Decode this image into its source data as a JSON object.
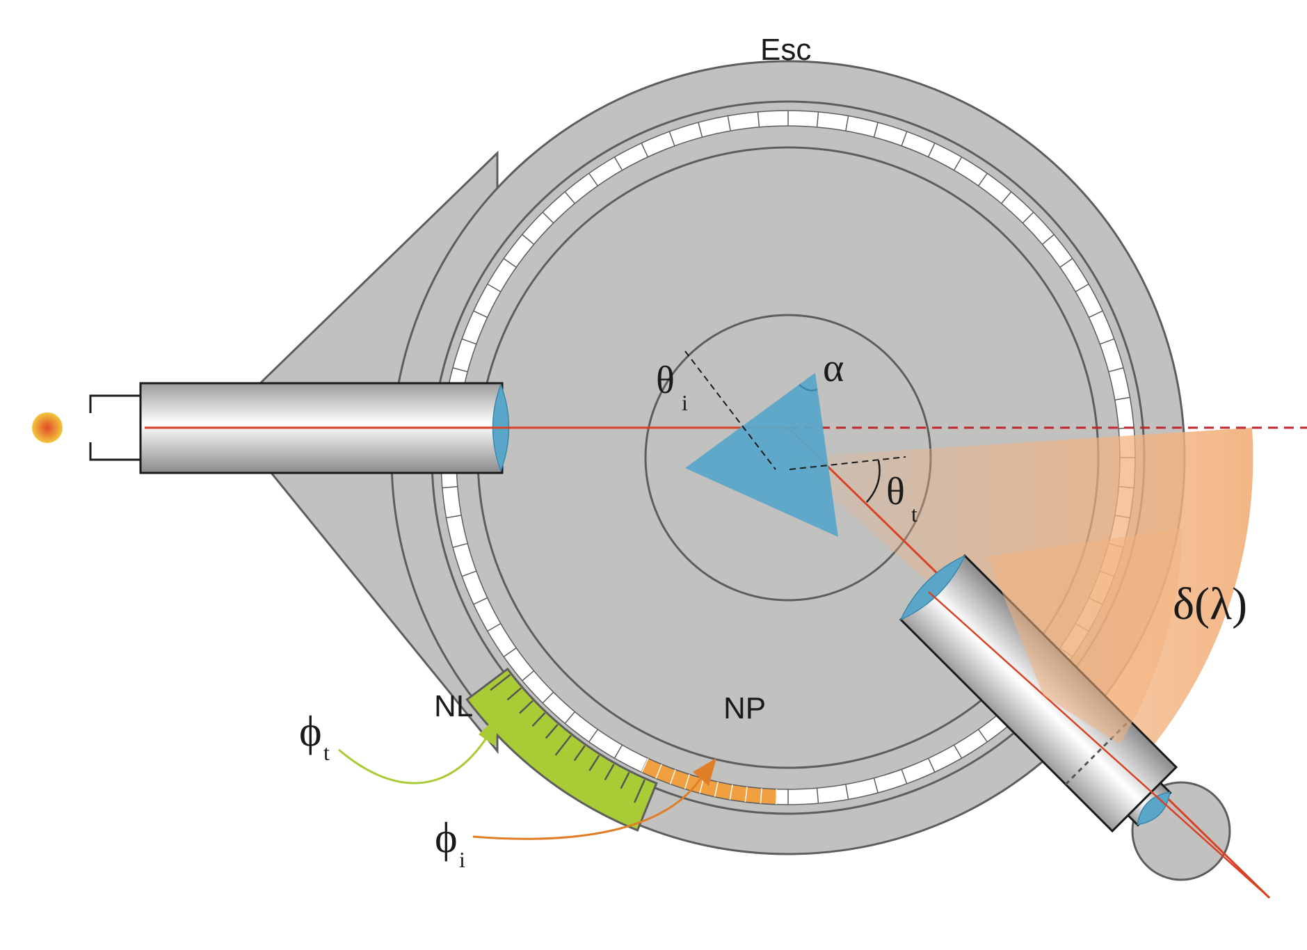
{
  "labels": {
    "scale": "Esc",
    "alpha": "α",
    "theta_i_main": "θ",
    "theta_i_sub": "i",
    "theta_t_main": "θ",
    "theta_t_sub": "t",
    "delta": "δ(λ)",
    "nonius_l": "NL",
    "nonius_p": "NP",
    "phi_t_main": "ϕ",
    "phi_t_sub": "t",
    "phi_i_main": "ϕ",
    "phi_i_sub": "i"
  },
  "colors": {
    "body": "#c1c1c0",
    "outline": "#5d5d5d",
    "beam": "#d94124",
    "prism": "#5aa6c9",
    "lens": "#5aa6c9",
    "nonius_l": "#a9cc36",
    "nonius_p": "#f0a040",
    "deviation": "#f2b27f",
    "source": "#f0c23a"
  }
}
